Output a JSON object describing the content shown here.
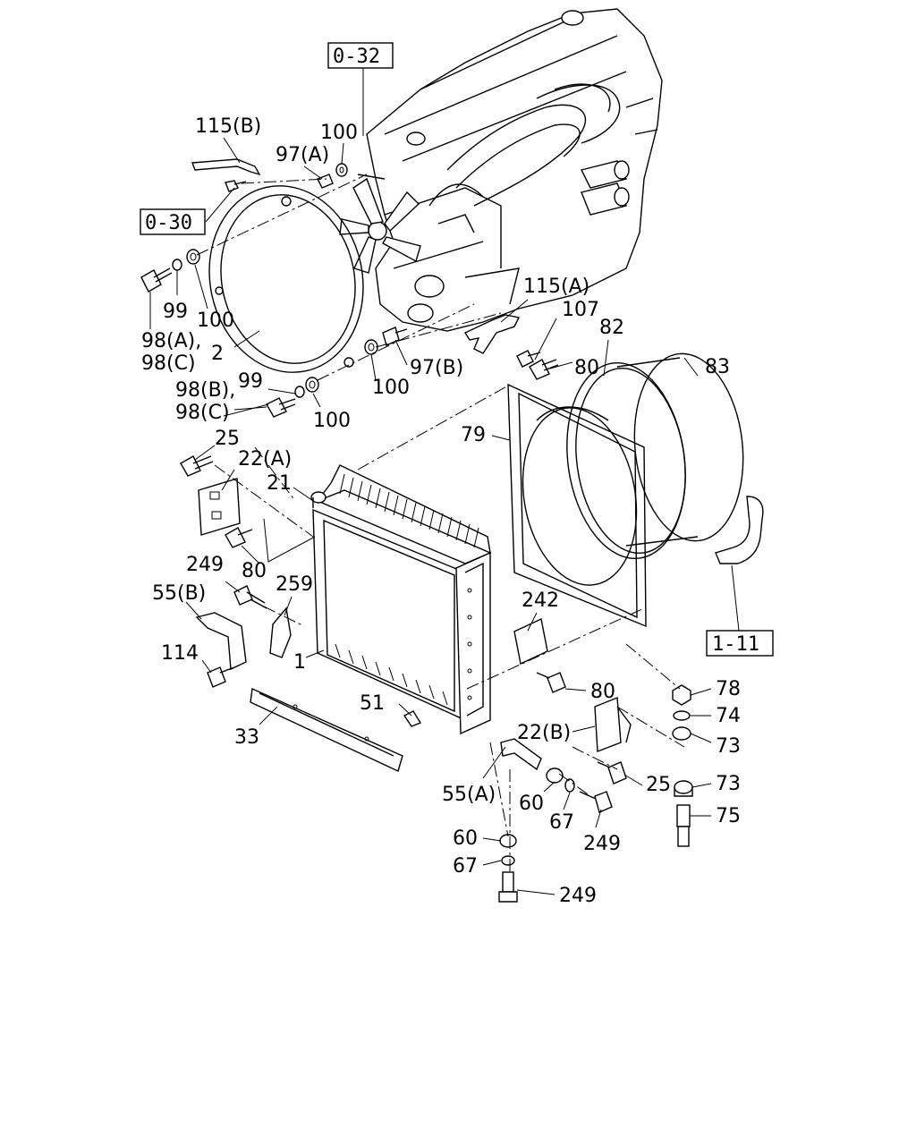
{
  "refs": {
    "r032": "0-32",
    "r030": "0-30",
    "r111": "1-11"
  },
  "labels": {
    "l115b": "115(B)",
    "l100a": "100",
    "l97a": "97(A)",
    "l99a": "99",
    "l100b": "100",
    "l98ac": "98(A),",
    "l98c1": "98(C)",
    "l2": "2",
    "l115a": "115(A)",
    "l107": "107",
    "l82": "82",
    "l83": "83",
    "l80a": "80",
    "l97b": "97(B)",
    "l100c": "100",
    "l98b": "98(B),",
    "l98c2": "98(C)",
    "l99b": "99",
    "l100d": "100",
    "l25a": "25",
    "l22a": "22(A)",
    "l21": "21",
    "l79": "79",
    "l80b": "80",
    "l249a": "249",
    "l259": "259",
    "l55b": "55(B)",
    "l114": "114",
    "l1": "1",
    "l242": "242",
    "l80c": "80",
    "l51": "51",
    "l33": "33",
    "l78": "78",
    "l74": "74",
    "l73a": "73",
    "l22b": "22(B)",
    "l25b": "25",
    "l73b": "73",
    "l55a": "55(A)",
    "l60a": "60",
    "l67a": "67",
    "l249b": "249",
    "l75": "75",
    "l60b": "60",
    "l67b": "67",
    "l249c": "249"
  }
}
